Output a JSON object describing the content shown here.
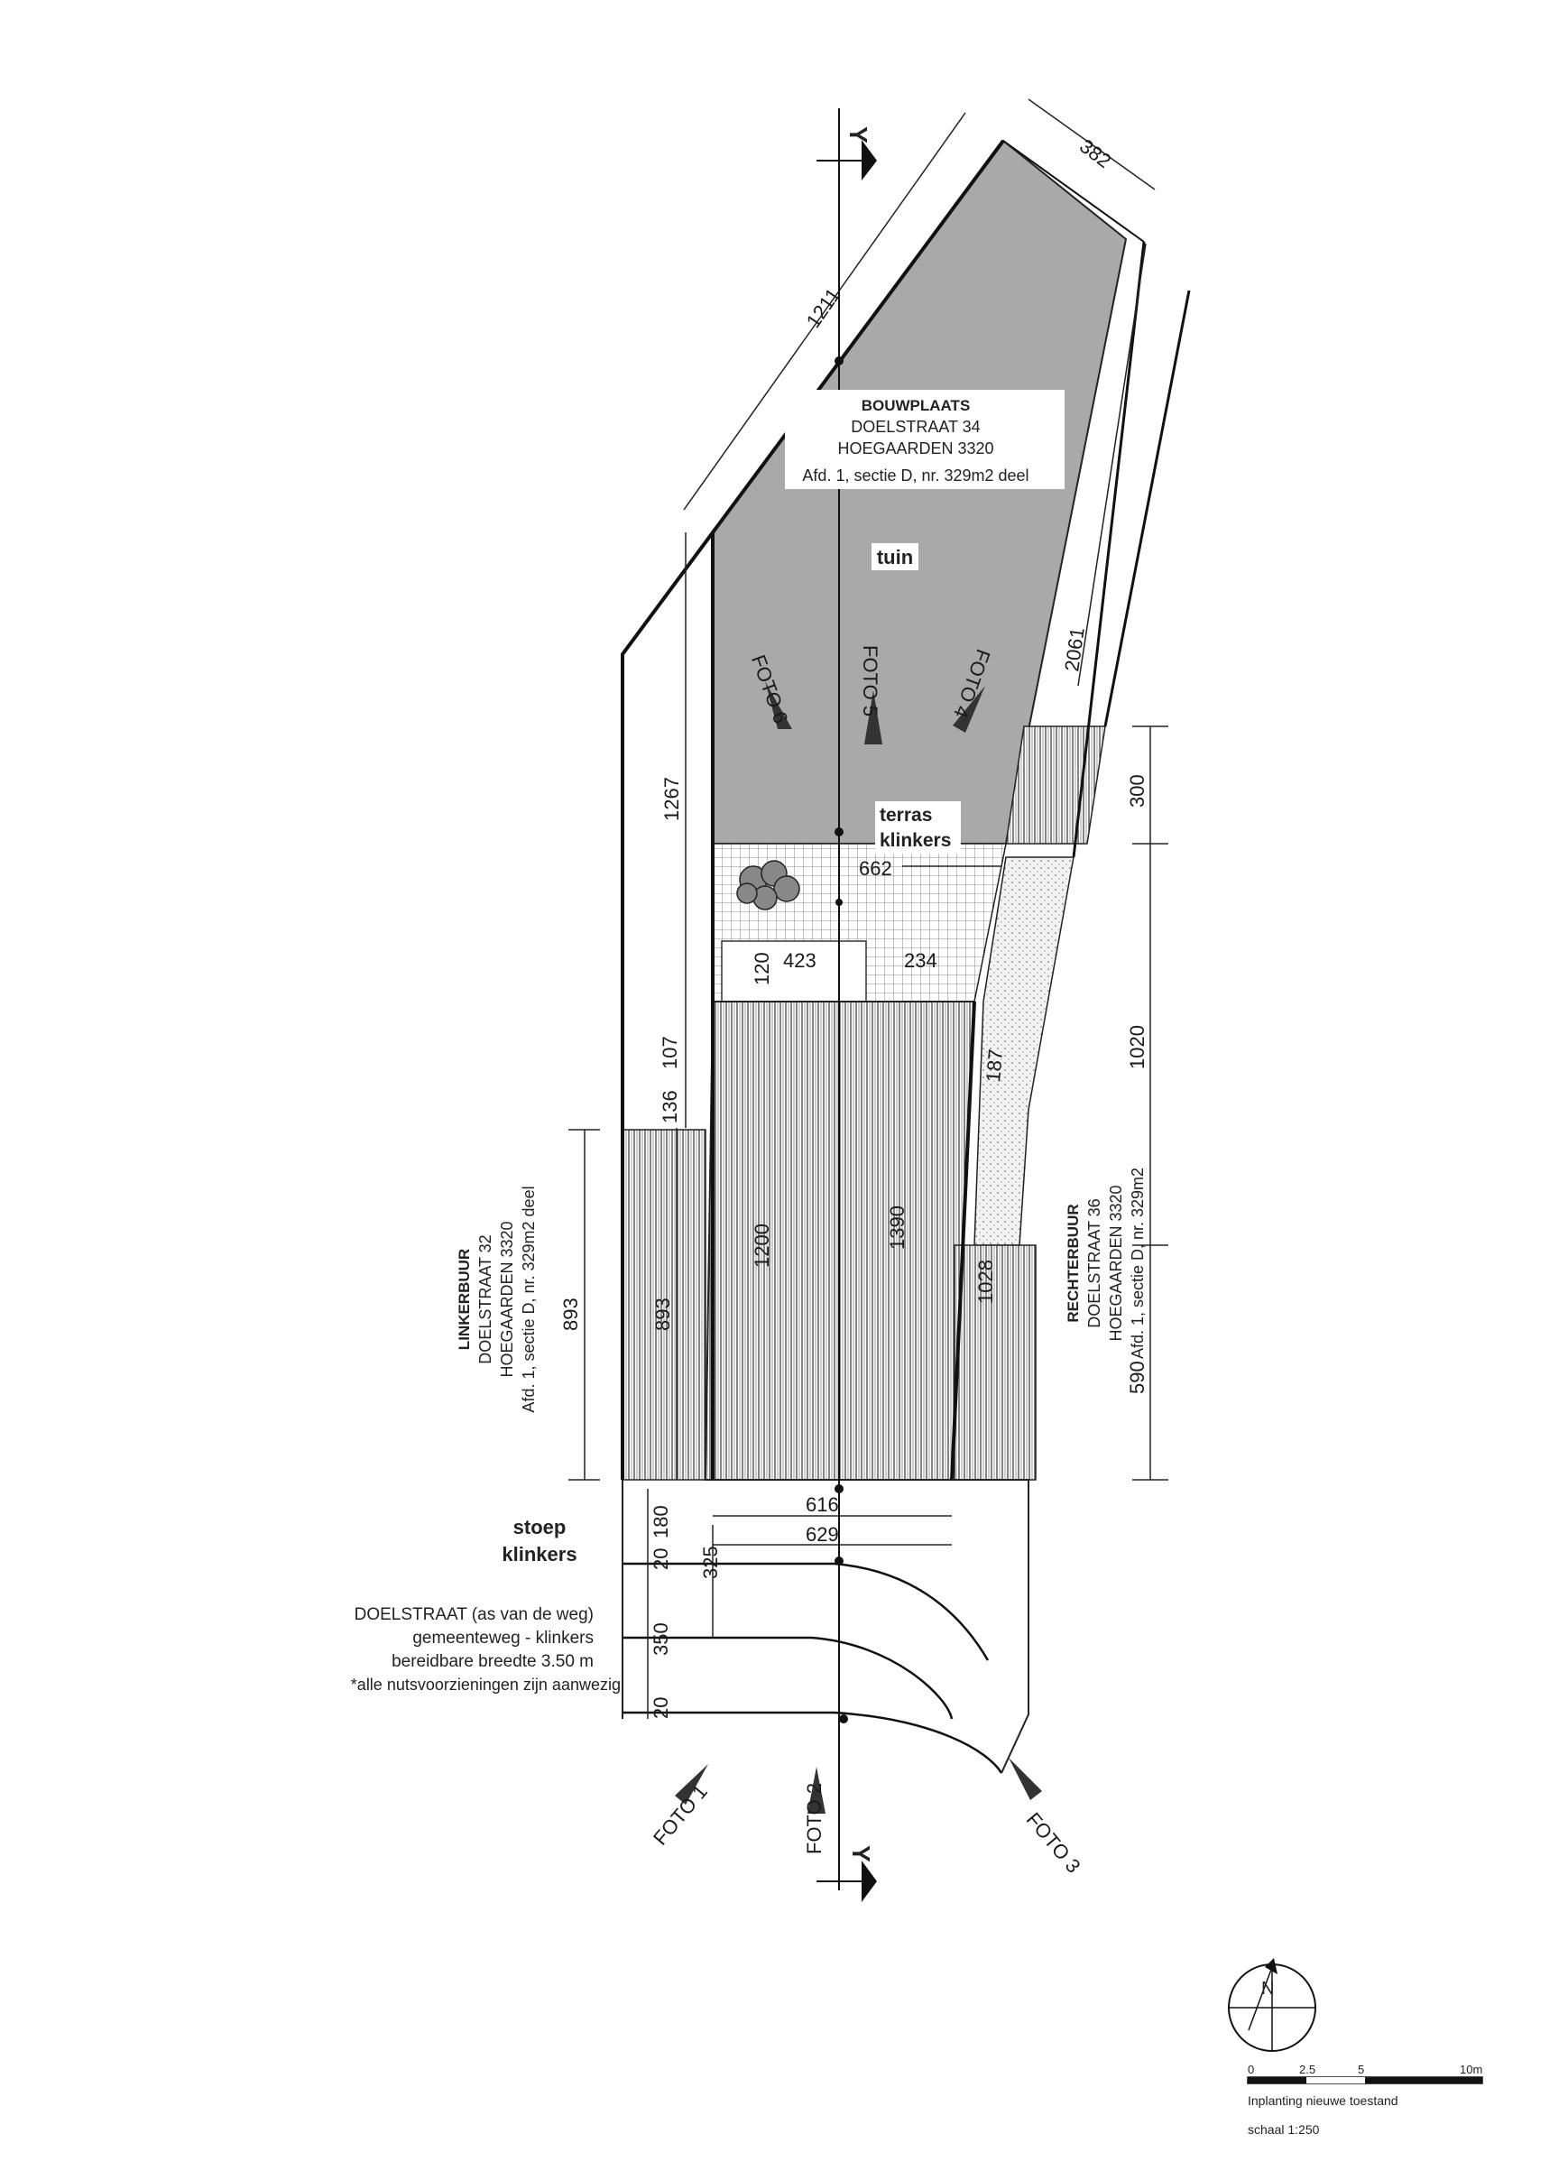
{
  "bouwplaats": {
    "title": "BOUWPLAATS",
    "street": "DOELSTRAAT 34",
    "city": "HOEGAARDEN 3320",
    "parcel": "Afd. 1, sectie D, nr. 329m2 deel"
  },
  "areas": {
    "tuin": "tuin",
    "terras_1": "terras",
    "terras_2": "klinkers",
    "stoep_1": "stoep",
    "stoep_2": "klinkers"
  },
  "linkerbuur": {
    "title": "LINKERBUUR",
    "street": "DOELSTRAAT 32",
    "city": "HOEGAARDEN 3320",
    "parcel": "Afd. 1, sectie D, nr. 329m2 deel"
  },
  "rechterbuur": {
    "title": "RECHTERBUUR",
    "street": "DOELSTRAAT 36",
    "city": "HOEGAARDEN 3320",
    "parcel": "Afd. 1, sectie D, nr. 329m2"
  },
  "road": {
    "line1": "DOELSTRAAT (as van de weg)",
    "line2": "gemeenteweg - klinkers",
    "line3": "bereidbare breedte 3.50 m",
    "line4": "*alle nutsvoorzieningen zijn aanwezig"
  },
  "section_marks": {
    "top": "Y",
    "bottom": "Y"
  },
  "photos": [
    "FOTO 1",
    "FOTO 2",
    "FOTO 3",
    "FOTO 4",
    "FOTO 5",
    "FOTO 6"
  ],
  "dimensions": {
    "d382": "382",
    "d1211": "1211",
    "d2061": "2061",
    "d1267": "1267",
    "d300": "300",
    "d1020": "1020",
    "d590": "590",
    "d893_outer": "893",
    "d893_inner": "893",
    "d136": "136",
    "d107": "107",
    "d1200": "1200",
    "d1390": "1390",
    "d1028": "1028",
    "d187": "187",
    "d662": "662",
    "d423": "423",
    "d120": "120",
    "d234": "234",
    "d616": "616",
    "d629": "629",
    "d325": "325",
    "d180": "180",
    "d20a": "20",
    "d350": "350",
    "d20b": "20"
  },
  "legend": {
    "north": "N",
    "scale_ticks": [
      "0",
      "2.5",
      "5",
      "10m"
    ],
    "title": "Inplanting nieuwe toestand",
    "scale": "schaal 1:250"
  },
  "colors": {
    "garden_fill": "#a9a9a9",
    "line": "#1a1a1a",
    "hatch": "#444444"
  }
}
